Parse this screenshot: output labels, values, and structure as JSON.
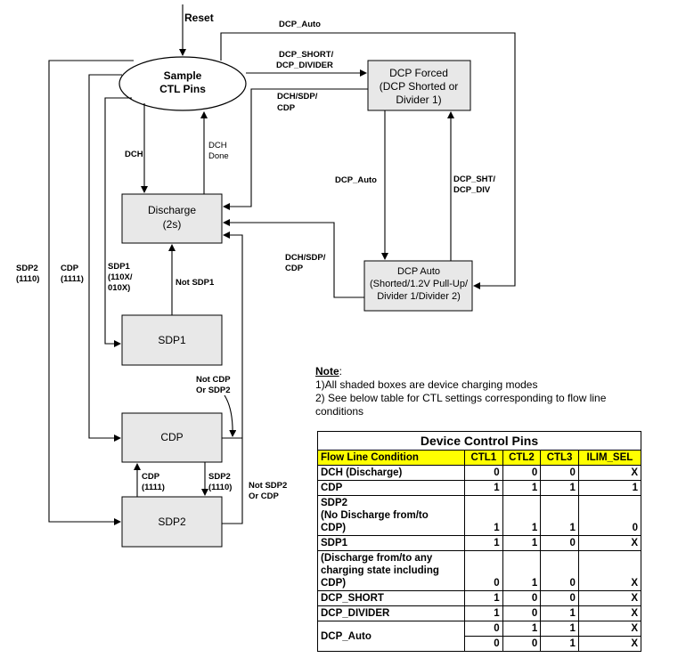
{
  "nodes": {
    "sample_ctl_pins": {
      "line1": "Sample",
      "line2": "CTL Pins"
    },
    "dcp_forced": {
      "line1": "DCP Forced",
      "line2": "(DCP Shorted or",
      "line3": "Divider 1)"
    },
    "discharge": {
      "line1": "Discharge",
      "line2": "(2s)"
    },
    "dcp_auto": {
      "line1": "DCP Auto",
      "line2": "(Shorted/1.2V Pull-Up/",
      "line3": "Divider 1/Divider 2)"
    },
    "sdp1": {
      "label": "SDP1"
    },
    "cdp": {
      "label": "CDP"
    },
    "sdp2": {
      "label": "SDP2"
    }
  },
  "edge_labels": {
    "reset": "Reset",
    "dcp_auto_top": "DCP_Auto",
    "dcp_short_1": "DCP_SHORT/",
    "dcp_short_2": "DCP_DIVIDER",
    "dch_sdp_cdp_1": "DCH/SDP/",
    "dch_sdp_cdp_2": "CDP",
    "dch": "DCH",
    "dch_done_1": "DCH",
    "dch_done_2": "Done",
    "dcp_auto_mid": "DCP_Auto",
    "dcp_sht_1": "DCP_SHT/",
    "dcp_sht_2": "DCP_DIV",
    "dch_sdp_cdp2_1": "DCH/SDP/",
    "dch_sdp_cdp2_2": "CDP",
    "sdp2_left_1": "SDP2",
    "sdp2_left_2": "(1110)",
    "cdp_left_1": "CDP",
    "cdp_left_2": "(1111)",
    "sdp1_left_1": "SDP1",
    "sdp1_left_2": "(110X/",
    "sdp1_left_3": "010X)",
    "not_sdp1": "Not SDP1",
    "not_cdp_1": "Not CDP",
    "not_cdp_2": "Or SDP2",
    "cdp_up_1": "CDP",
    "cdp_up_2": "(1111)",
    "sdp2_down_1": "SDP2",
    "sdp2_down_2": "(1110)",
    "not_sdp2_1": "Not SDP2",
    "not_sdp2_2": "Or CDP"
  },
  "note": {
    "title": "Note",
    "line1": "1)All shaded boxes are device charging modes",
    "line2": "2) See below table for CTL settings corresponding to flow line conditions"
  },
  "table": {
    "title": "Device Control Pins",
    "headers": [
      "Flow Line Condition",
      "CTL1",
      "CTL2",
      "CTL3",
      "ILIM_SEL"
    ],
    "dch": {
      "label": "DCH (Discharge)",
      "v": [
        "0",
        "0",
        "0",
        "X"
      ]
    },
    "cdp": {
      "label": "CDP",
      "v": [
        "1",
        "1",
        "1",
        "1"
      ]
    },
    "sdp2": {
      "label1": "SDP2",
      "label2": "(No Discharge from/to",
      "label3": "CDP)",
      "v": [
        "1",
        "1",
        "1",
        "0"
      ]
    },
    "sdp1": {
      "label1": "SDP1",
      "label2": "(Discharge from/to any",
      "label3": "charging state including",
      "label4": "CDP)",
      "v1": [
        "1",
        "1",
        "0",
        "X"
      ],
      "v2": [
        "0",
        "1",
        "0",
        "X"
      ]
    },
    "dcp_short": {
      "label": "DCP_SHORT",
      "v": [
        "1",
        "0",
        "0",
        "X"
      ]
    },
    "dcp_divider": {
      "label": "DCP_DIVIDER",
      "v": [
        "1",
        "0",
        "1",
        "X"
      ]
    },
    "dcp_auto": {
      "label": "DCP_Auto",
      "v1": [
        "0",
        "1",
        "1",
        "X"
      ],
      "v2": [
        "0",
        "0",
        "1",
        "X"
      ]
    }
  }
}
